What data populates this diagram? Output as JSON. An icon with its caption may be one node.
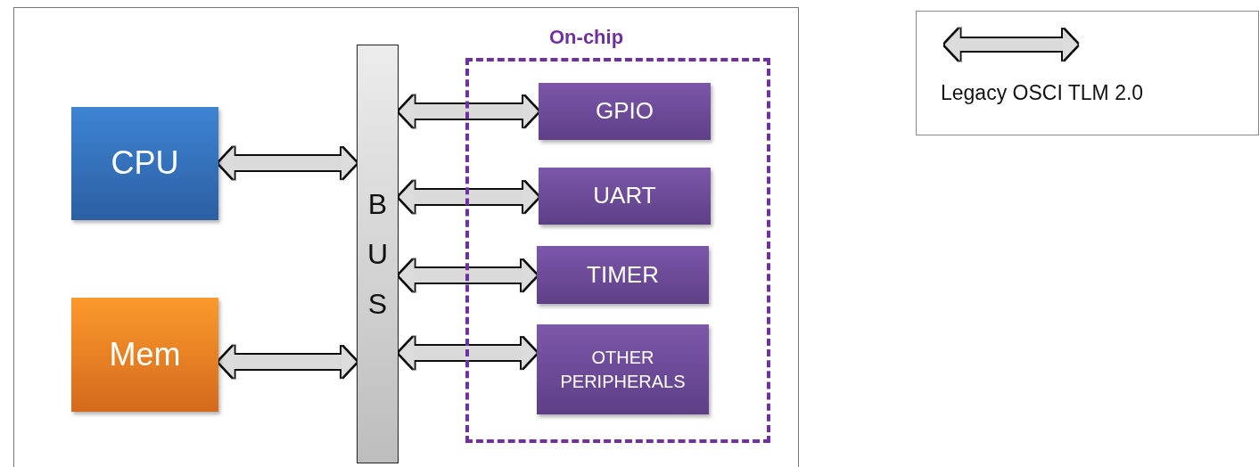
{
  "diagram": {
    "nodes": [
      {
        "text": [
          "CPU"
        ]
      },
      {
        "text": [
          "Mem"
        ]
      },
      {
        "text": [
          "BUS"
        ]
      },
      {
        "text": [
          "On-chip"
        ]
      },
      {
        "text": [
          "GPIO"
        ],
        "in": 3
      },
      {
        "text": [
          "UART"
        ],
        "in": 3
      },
      {
        "text": [
          "TIMER"
        ],
        "in": 3
      },
      {
        "text": [
          "OTHER PERIPHERALS"
        ],
        "in": 3
      }
    ],
    "edges": [
      {
        "from": 0,
        "to": 2,
        "arrow": "both"
      },
      {
        "from": 1,
        "to": 2,
        "arrow": "both"
      },
      {
        "from": 2,
        "to": 4,
        "arrow": "both"
      },
      {
        "from": 2,
        "to": 5,
        "arrow": "both"
      },
      {
        "from": 2,
        "to": 6,
        "arrow": "both"
      },
      {
        "from": 2,
        "to": 7,
        "arrow": "both"
      }
    ],
    "legend": [
      {
        "text": "Legacy OSCI TLM 2.0"
      }
    ]
  }
}
